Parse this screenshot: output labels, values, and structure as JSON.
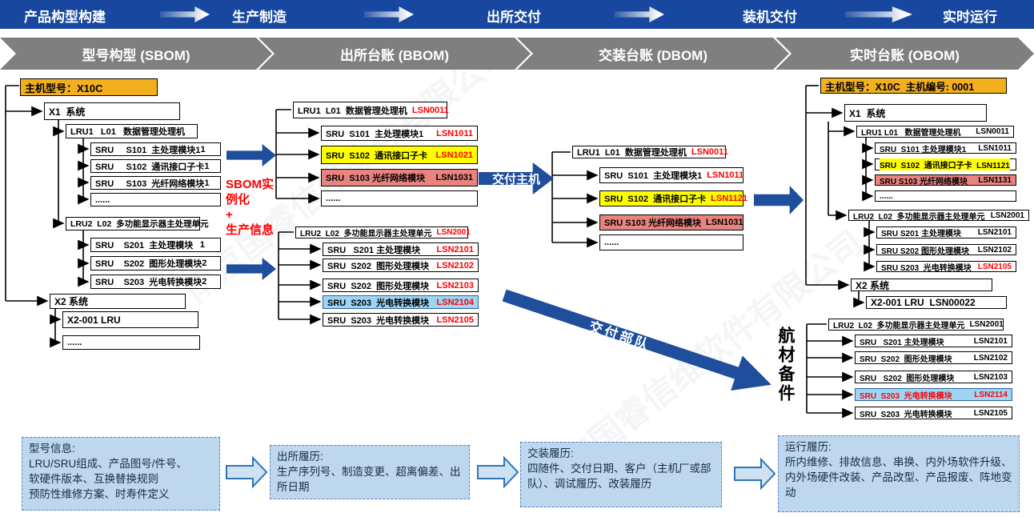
{
  "colors": {
    "banner_navy": "#17479E",
    "arrow_navy": "#1F4E9C",
    "phase_gray": "#7F7F7F",
    "root_orange": "#F2B01E",
    "highlight_yellow": "#FFFF00",
    "highlight_salmon": "#E8837E",
    "highlight_lightblue": "#9CD6F4",
    "lsn_red": "#FF0000",
    "panel_blue": "#BDD7EE"
  },
  "stages": {
    "s1": "产品构型构建",
    "s2": "生产制造",
    "s3": "出所交付",
    "s4": "装机交付",
    "s5": "实时运行"
  },
  "phases": {
    "p1": "型号构型 (SBOM)",
    "p2": "出所台账 (BBOM)",
    "p3": "交装台账 (DBOM)",
    "p4": "实时台账 (OBOM)"
  },
  "sbom": {
    "root": "主机型号：X10C",
    "x1": "X1  系统",
    "lru1": "LRU1   L01   数据管理处理机",
    "s101": {
      "t": "SRU     S101  主处理模块1",
      "q": "1"
    },
    "s102": {
      "t": "SRU     S102  通讯接口子卡",
      "q": "1"
    },
    "s103": {
      "t": "SRU     S103  光纤网络模块",
      "q": "1"
    },
    "dots1": "......",
    "lru2": "LRU2  L02  多功能显示器主处理单元",
    "s201": {
      "t": "SRU    S201  主处理模块",
      "q": "1"
    },
    "s202": {
      "t": "SRU    S202  图形处理模块",
      "q": "2"
    },
    "s203": {
      "t": "SRU    S203  光电转换模块",
      "q": "2"
    },
    "x2": "X2 系统",
    "x2001": "X2-001 LRU",
    "dots2": "......"
  },
  "bbom": {
    "note": "SBOM实例化\n+\n生产信息",
    "lru1": {
      "t": "LRU1  L01  数据管理处理机",
      "lsn": "LSN0011"
    },
    "s101": {
      "t": "SRU  S101  主处理模块1",
      "lsn": "LSN1011"
    },
    "s102": {
      "t": "SRU  S102  通讯接口子卡",
      "lsn": "LSN1021"
    },
    "s103": {
      "t": "SRU  S103 光纤网络模块",
      "lsn": "LSN1031"
    },
    "dots": "......",
    "lru2": {
      "t": "LRU2  L02  多功能显示器主处理单元",
      "lsn": "LSN2001"
    },
    "s201": {
      "t": "SRU   S201 主处理模块",
      "lsn": "LSN2101"
    },
    "s202a": {
      "t": "SRU  S202  图形处理模块",
      "lsn": "LSN2102"
    },
    "s202b": {
      "t": "SRU  S202  图形处理模块",
      "lsn": "LSN2103"
    },
    "s203a": {
      "t": "SRU  S203  光电转换模块",
      "lsn": "LSN2104"
    },
    "s203b": {
      "t": "SRU  S203  光电转换模块",
      "lsn": "LSN2105"
    }
  },
  "dbom": {
    "deliver_label": "交付主机",
    "lru1": {
      "t": "LRU1  L01  数据管理处理机",
      "lsn": "LSN0011"
    },
    "s101": {
      "t": "SRU  S101  主处理模块1",
      "lsn": "LSN1011"
    },
    "s102": {
      "t": "SRU  S102  通讯接口子卡",
      "lsn": "LSN1121"
    },
    "s103": {
      "t": "SRU S103 光纤网络模块",
      "lsn": "LSN1031"
    },
    "dots": "......"
  },
  "obom": {
    "root": "主机型号：X10C  主机编号: 0001",
    "x1": "X1  系统",
    "lru1": {
      "t": "LRU1 L01   数据管理处理机",
      "lsn": "LSN0011"
    },
    "s101": {
      "t": "SRU  S101 主处理模块1",
      "lsn": "LSN1011"
    },
    "s102": {
      "t": "SRU  S102  通讯接口子卡  LSN1121"
    },
    "s103": {
      "t": "SRU S103 光纤网络模块",
      "lsn": "LSN1131"
    },
    "dots": "......",
    "lru2": {
      "t": "LRU2  L02  多功能显示器主处理单元",
      "lsn": "LSN2001"
    },
    "s201": {
      "t": "SRU S201 主处理模块",
      "lsn": "LSN2101"
    },
    "s202": {
      "t": "SRU S202 图形处理模块",
      "lsn": "LSN2102"
    },
    "s203": {
      "t": "SRU S203  光电转换模块",
      "lsn": "LSN2105"
    },
    "x2": "X2 系统",
    "x2001": "X2-001 LRU  LSN00022"
  },
  "spares": {
    "label": "航材备件",
    "deliver_label": "交付部队",
    "lru2": {
      "t": "LRU2  L02  多功能显示器主处理单元",
      "lsn": "LSN2001"
    },
    "s201": {
      "t": "SRU   S201 主处理模块",
      "lsn": "LSN2101"
    },
    "s202a": {
      "t": "SRU  S202  图形处理模块",
      "lsn": "LSN2102"
    },
    "s202b": {
      "t": "SRU   S202  图形处理模块",
      "lsn": "LSN2103"
    },
    "s203a": {
      "t": "SRU  S203  光电转换模块",
      "lsn": "LSN2114"
    },
    "s203b": {
      "t": "SRU  S203  光电转换模块",
      "lsn": "LSN2105"
    }
  },
  "panels": {
    "p1": {
      "title": "型号信息:",
      "body": "LRU/SRU组成、产品图号/件号、\n软硬件版本、互换替换规则\n预防性维修方案、时寿件定义"
    },
    "p2": {
      "title": "出所履历:",
      "body": "生产序列号、制造变更、超离偏差、出所日期"
    },
    "p3": {
      "title": "交装履历:",
      "body": "四随件、交付日期、客户（主机厂或部队）、调试履历、改装履历"
    },
    "p4": {
      "title": "运行履历:",
      "body": "所内维修、排故信息、串换、内外场软件升级、内外场硬件改装、产品改型、产品报废、阵地变动"
    }
  },
  "watermark": "南京国睿信维软件有限公司"
}
